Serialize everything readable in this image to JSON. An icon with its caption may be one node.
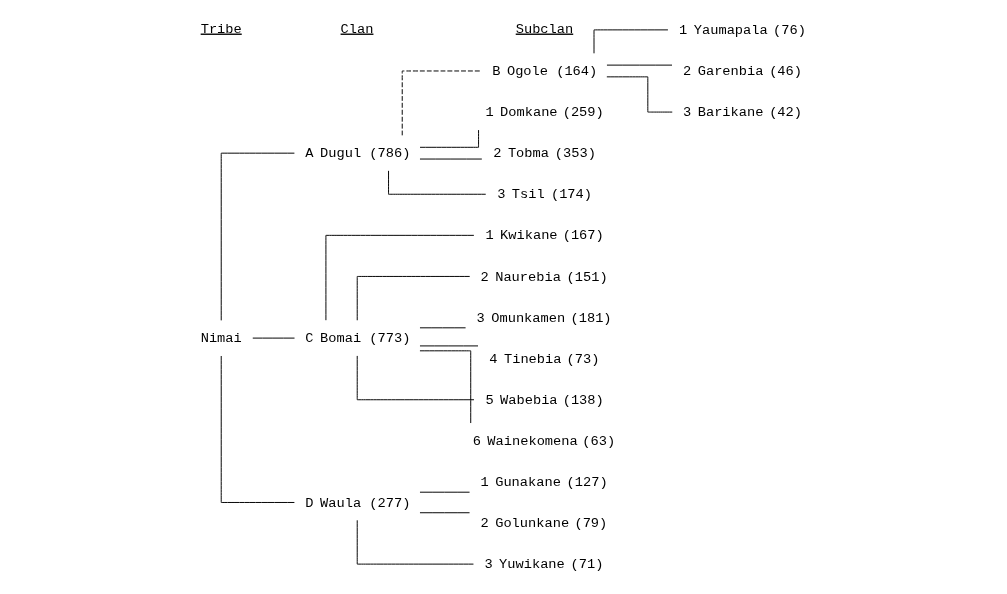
{
  "diagram": {
    "nodes": [
      {
        "text": [
          "Nimai"
        ]
      },
      {
        "text": [
          "A",
          "Dugul (786)"
        ]
      },
      {
        "text": [
          "B",
          "Ogole (164)"
        ]
      },
      {
        "text": [
          "C",
          "Bomai (773)"
        ]
      },
      {
        "text": [
          "D",
          "Waula (277)"
        ]
      },
      {
        "text": [
          "1",
          "Domkane",
          "(259)"
        ]
      },
      {
        "text": [
          "2",
          "Tobma",
          "(353)"
        ]
      },
      {
        "text": [
          "3",
          "Tsil",
          "(174)"
        ]
      },
      {
        "text": [
          "1",
          "Yaumapala",
          "(76)"
        ]
      },
      {
        "text": [
          "2",
          "Garenbia",
          "(46)"
        ]
      },
      {
        "text": [
          "3",
          "Barikane",
          "(42)"
        ]
      },
      {
        "text": [
          "1",
          "Kwikane",
          "(167)"
        ]
      },
      {
        "text": [
          "2",
          "Naurebia",
          "(151)"
        ]
      },
      {
        "text": [
          "3",
          "Omunkamen",
          "(181)"
        ]
      },
      {
        "text": [
          "4",
          "Tinebia",
          "(73)"
        ]
      },
      {
        "text": [
          "5",
          "Wabebia",
          "(138)"
        ]
      },
      {
        "text": [
          "6",
          "Wainekomena",
          "(63)"
        ]
      },
      {
        "text": [
          "1",
          "Gunakane",
          "(127)"
        ]
      },
      {
        "text": [
          "2",
          "Golunkane",
          "(79)"
        ]
      },
      {
        "text": [
          "3",
          "Yuwikane",
          "(71)"
        ]
      }
    ],
    "edges": [
      {
        "from": 0,
        "to": 1,
        "arrow": "none"
      },
      {
        "from": 1,
        "to": 2,
        "arrow": "none",
        "style": "dashed"
      },
      {
        "from": 0,
        "to": 3,
        "arrow": "none"
      },
      {
        "from": 0,
        "to": 4,
        "arrow": "none"
      },
      {
        "from": 1,
        "to": 5,
        "arrow": "none"
      },
      {
        "from": 1,
        "to": 6,
        "arrow": "none"
      },
      {
        "from": 1,
        "to": 7,
        "arrow": "none"
      },
      {
        "from": 2,
        "to": 8,
        "arrow": "none"
      },
      {
        "from": 2,
        "to": 9,
        "arrow": "none"
      },
      {
        "from": 2,
        "to": 10,
        "arrow": "none"
      },
      {
        "from": 3,
        "to": 11,
        "arrow": "none"
      },
      {
        "from": 3,
        "to": 12,
        "arrow": "none"
      },
      {
        "from": 3,
        "to": 13,
        "arrow": "none"
      },
      {
        "from": 3,
        "to": 14,
        "arrow": "none"
      },
      {
        "from": 3,
        "to": 15,
        "arrow": "none"
      },
      {
        "from": 3,
        "to": 16,
        "arrow": "none"
      },
      {
        "from": 4,
        "to": 17,
        "arrow": "none"
      },
      {
        "from": 4,
        "to": 18,
        "arrow": "none"
      },
      {
        "from": 4,
        "to": 19,
        "arrow": "none"
      }
    ],
    "labels": [
      "Tribe",
      "Clan",
      "Subclan"
    ]
  }
}
